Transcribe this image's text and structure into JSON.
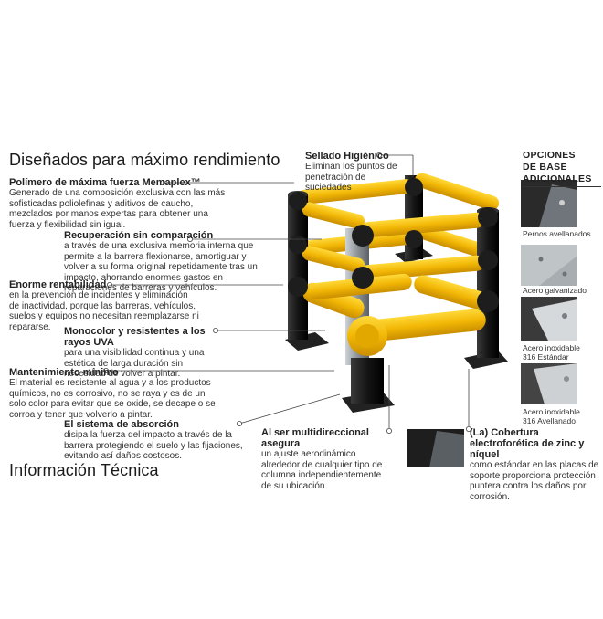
{
  "heading": "Diseñados para máximo rendimiento",
  "footer_heading": "Información Técnica",
  "features": [
    {
      "title": "Polímero de máxima fuerza Memaplex™",
      "text": "Generado de una composición exclusiva con las más sofisticadas poliolefinas y aditivos de caucho, mezclados por manos expertas para obtener una fuerza y flexibilidad sin igual."
    },
    {
      "title": "Recuperación sin comparación",
      "text": "a través de una exclusiva memoria interna que permite a la barrera flexionarse, amortiguar y volver a su forma original  repetidamente tras un impacto, ahorrando enormes gastos en reparaciones de barreras y vehículos."
    },
    {
      "title": "Enorme rentabilidad",
      "text": "en la prevención de incidentes y eliminación de inactividad, porque las barreras, vehículos, suelos y equipos no necesitan reemplazarse ni repararse."
    },
    {
      "title": "Monocolor y resistentes a los rayos UVA",
      "text": "para una visibilidad continua y una estética de larga duración sin necesidad de volver a pintar."
    },
    {
      "title": "Mantenimiento mínimo",
      "text": "El material es resistente al agua y a los productos químicos, no es corrosivo, no se raya y es de un solo color para evitar que se oxide, se decape o se corroa y tener que volverlo a pintar."
    },
    {
      "title": "El sistema de absorción",
      "text": "disipa la fuerza del impacto a través de la barrera protegiendo el suelo y las fijaciones, evitando así daños costosos."
    },
    {
      "title": "Sellado Higiénico",
      "text": "Eliminan los puntos de penetración de suciedades"
    },
    {
      "title": "Al ser multidireccional  asegura",
      "text": "un ajuste aerodinámico alrededor de cualquier tipo de columna independientemente de su ubicación."
    },
    {
      "title": "(La) Cobertura electroforética de zinc y níquel",
      "text": "como estándar en las placas de soporte proporciona protección puntera contra los daños por corrosión."
    }
  ],
  "options": {
    "heading_lines": [
      "OPCIONES",
      "DE BASE",
      "ADICIONALES"
    ],
    "items": [
      {
        "label": "Pernos avellanados"
      },
      {
        "label": "Acero galvanizado"
      },
      {
        "label": "Acero inoxidable 316 Estándar"
      },
      {
        "label": "Acero inoxidable 316 Avellanado"
      }
    ]
  },
  "colors": {
    "accent_yellow": "#f2b705",
    "post_black": "#1b1b1b",
    "steel": "#9aa0a6",
    "line": "#444444"
  }
}
